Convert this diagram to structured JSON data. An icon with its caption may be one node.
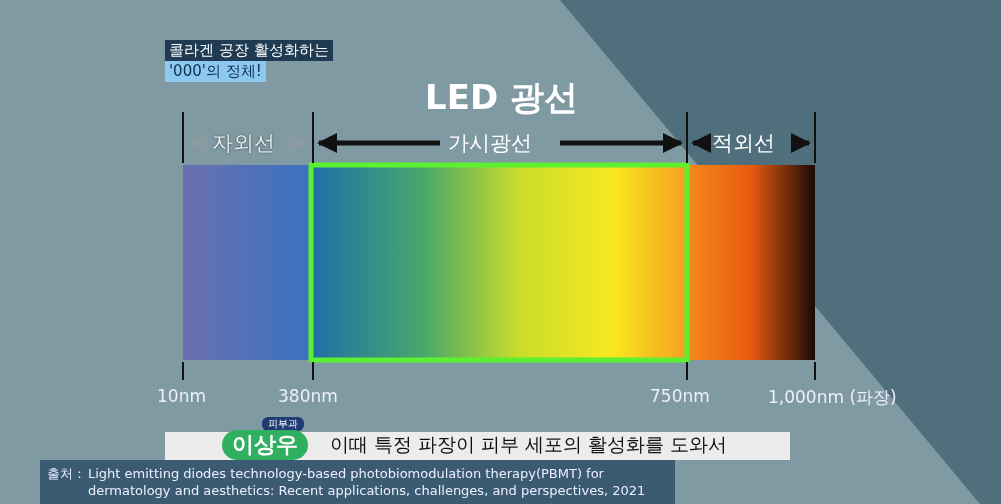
{
  "diagram": {
    "title": "LED 광선",
    "labels": [
      "콜라겐 공장 활성화하는",
      "'000'의 정체!",
      "자외선",
      "가시광선",
      "적외선",
      "10nm",
      "380nm",
      "750nm",
      "1,000nm (파장)",
      "피부과",
      "이상우",
      "이때 특정 파장이 피부 세포의 활성화를 도와서",
      "출처 :",
      "Light emitting diodes technology-based photobiomodulation therapy(PBMT) for dermatology and aesthetics: Recent applications, challenges, and perspectives, 2021"
    ]
  }
}
